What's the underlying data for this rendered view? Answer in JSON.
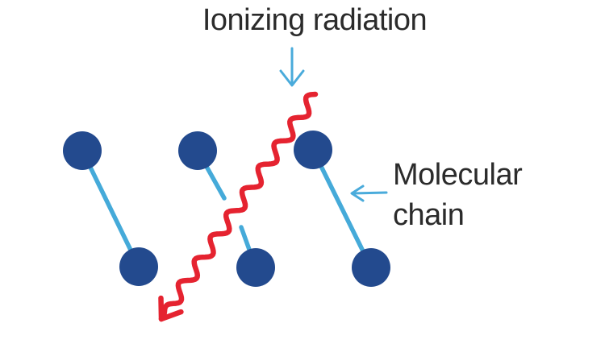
{
  "figure": {
    "title": "Ionizing radiation",
    "labels": {
      "molecular_chain": "Molecular chain"
    },
    "icons": {
      "down_arrow": "down-arrow-icon",
      "left_arrow": "left-arrow-icon",
      "radiation_arrowhead": "radiation-arrowhead-icon"
    },
    "chains": [
      {
        "id": 1,
        "state": "intact"
      },
      {
        "id": 2,
        "state": "broken-by-radiation"
      },
      {
        "id": 3,
        "state": "intact"
      }
    ],
    "colors": {
      "molecule": "#234a8e",
      "bond": "#45aad9",
      "radiation": "#e52330",
      "pointer_arrow": "#4aabdb",
      "text": "#2b2b2b",
      "background": "#ffffff"
    }
  }
}
